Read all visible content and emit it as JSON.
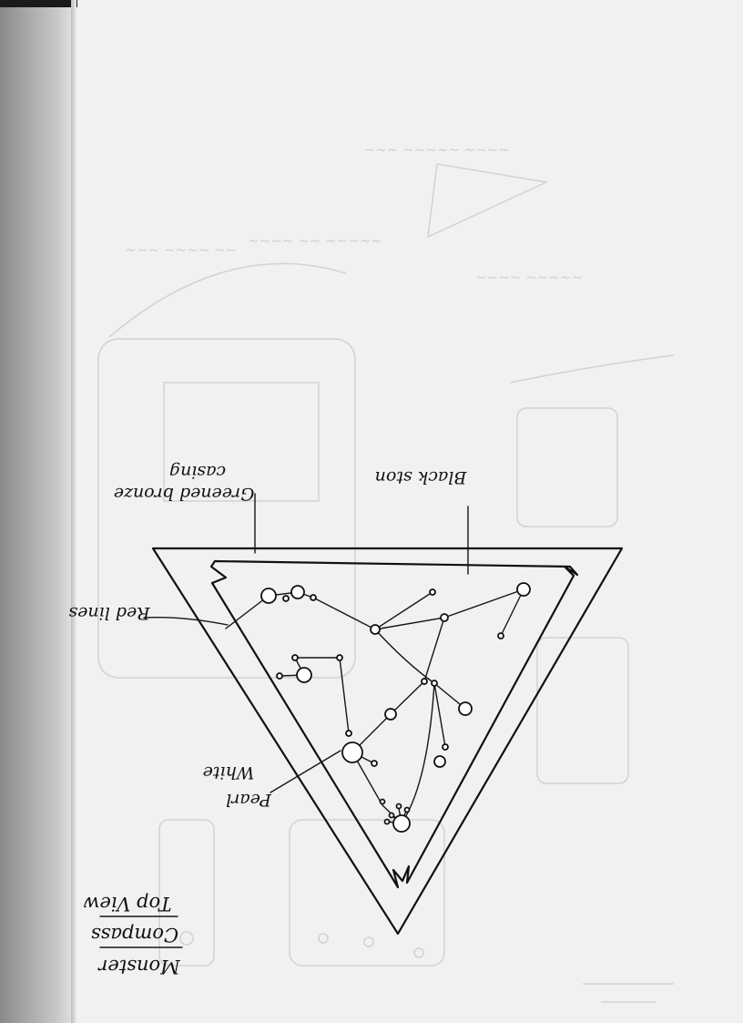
{
  "title": {
    "line1": "Monster",
    "line2": "Compass",
    "line3": "Top View"
  },
  "labels": {
    "casing_line1": "Greened bronze",
    "casing_line2": "casing",
    "stone": "Black ston",
    "lines": "Red lines",
    "pearl_line1": "Pearl",
    "pearl_line2": "White"
  },
  "colors": {
    "ink": "#111111",
    "paper": "#f1f1f1",
    "bleed_through": "#d2d2d2"
  }
}
